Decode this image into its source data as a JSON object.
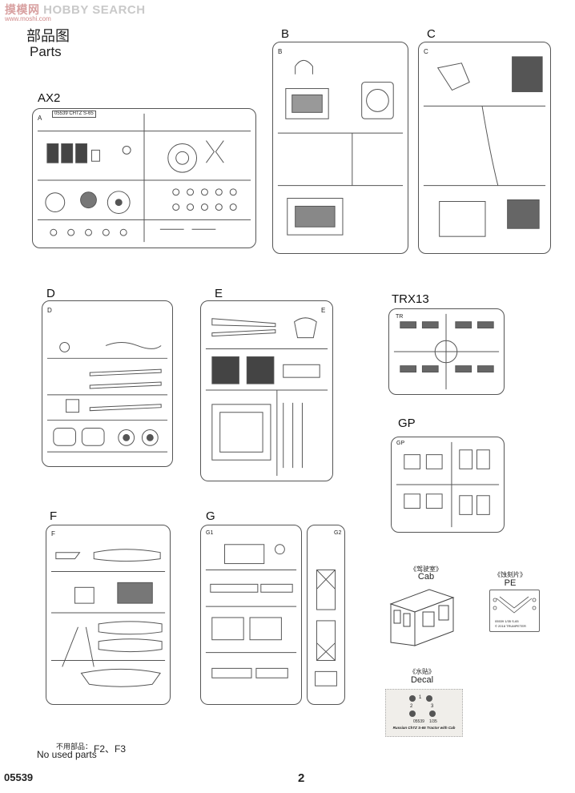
{
  "watermark": {
    "logo_cn": "摸模网",
    "logo_en": "HOBBY SEARCH",
    "url": "www.moshi.com"
  },
  "title": {
    "cn": "部品图",
    "en": "Parts"
  },
  "sprues": {
    "ax2": {
      "label": "AX2",
      "corner": "A",
      "number_grid": "A",
      "tag": "05539 CHTZ S-65"
    },
    "b": {
      "label": "B",
      "corner": "B"
    },
    "c": {
      "label": "C",
      "corner": "C"
    },
    "d": {
      "label": "D",
      "corner": "D"
    },
    "e": {
      "label": "E",
      "corner": "E"
    },
    "trx13": {
      "label": "TRX13",
      "corner": "TR"
    },
    "f": {
      "label": "F",
      "corner": "F"
    },
    "g": {
      "label": "G",
      "corner_g1": "G1",
      "corner_g2": "G2"
    },
    "gp": {
      "label": "GP",
      "corner": "GP"
    }
  },
  "cab": {
    "cn": "《驾驶室》",
    "en": "Cab"
  },
  "pe": {
    "cn": "《蚀刻片》",
    "en": "PE",
    "text_a": "05539 1/35 S-65",
    "text_b": "© 2018 TRUMPETER"
  },
  "decal": {
    "cn": "《水贴》",
    "en": "Decal",
    "num1": "1",
    "num2": "2",
    "num3": "3",
    "code": "05539",
    "scale": "1/35",
    "desc": "Russian ChTZ S-65 Tractor with Cab"
  },
  "no_used": {
    "cn": "不用部品：",
    "en": "No used parts",
    "parts": "F2、F3"
  },
  "footer": {
    "code": "05539",
    "page": "2"
  }
}
